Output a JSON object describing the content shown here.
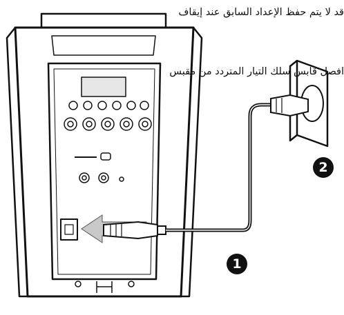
{
  "instructions": {
    "line1": "قد لا يتم حفظ الإعداد السابق عند إيقاف",
    "line2": "افصل قابس سلك التيار المتردد من مقبس"
  },
  "callouts": {
    "one": "1",
    "two": "2"
  },
  "colors": {
    "ink": "#111111",
    "background": "#ffffff"
  },
  "icons": [
    "speaker-unit",
    "power-cord",
    "wall-outlet",
    "insert-arrow"
  ]
}
